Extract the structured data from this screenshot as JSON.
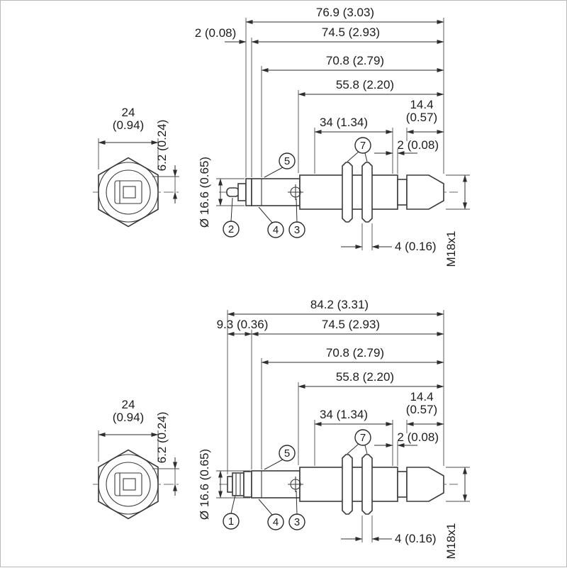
{
  "drawing": {
    "top": {
      "hex": {
        "af": "24",
        "af_in": "(0.94)",
        "depth": "6.2 (0.24)"
      },
      "dims": {
        "overall": "76.9 (3.03)",
        "left": "2 (0.08)",
        "body": "74.5 (2.93)",
        "step": "70.8 (2.79)",
        "thread_start": "55.8 (2.20)",
        "rear_mm": "14.4",
        "rear_in": "(0.57)",
        "mid": "34 (1.34)",
        "gap": "2 (0.08)",
        "diameter": "Ø 16.6 (0.65)",
        "nut": "4 (0.16)",
        "thread": "M18x1"
      },
      "callouts": {
        "c2": "2",
        "c3": "3",
        "c4": "4",
        "c5": "5",
        "c7": "7"
      }
    },
    "bottom": {
      "hex": {
        "af": "24",
        "af_in": "(0.94)",
        "depth": "6.2 (0.24)"
      },
      "dims": {
        "overall": "84.2 (3.31)",
        "left": "9.3 (0.36)",
        "body": "74.5 (2.93)",
        "step": "70.8 (2.79)",
        "thread_start": "55.8 (2.20)",
        "rear_mm": "14.4",
        "rear_in": "(0.57)",
        "mid": "34 (1.34)",
        "gap": "2 (0.08)",
        "diameter": "Ø 16.6 (0.65)",
        "nut": "4 (0.16)",
        "thread": "M18x1"
      },
      "callouts": {
        "c1": "1",
        "c3": "3",
        "c4": "4",
        "c5": "5",
        "c7": "7"
      }
    }
  }
}
